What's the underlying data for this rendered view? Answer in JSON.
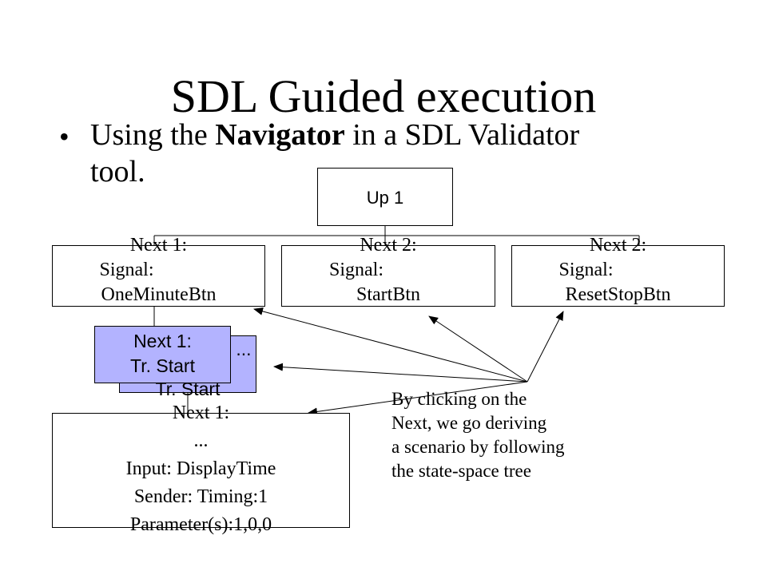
{
  "slide": {
    "title": "SDL Guided execution",
    "bullet": {
      "symbol": "•",
      "prefix": "Using the ",
      "bold": "Navigator",
      "suffix_line1": " in a SDL Validator",
      "line2": "tool."
    }
  },
  "tree": {
    "up": "Up 1",
    "next_a": {
      "l1": "Next 1:",
      "l2": "Signal:",
      "l3": "OneMinuteBtn"
    },
    "next_b": {
      "l1": "Next 2:",
      "l2": "Signal:",
      "l3": "StartBtn"
    },
    "next_c": {
      "l1": "Next 2:",
      "l2": "Signal:",
      "l3": "ResetStopBtn"
    },
    "back_card": {
      "l1": "...",
      "l2": "Tr. Start"
    },
    "front_card": {
      "l1": "Next 1:",
      "l2": "Tr. Start"
    },
    "bottom": {
      "l1": "Next 1:",
      "l2": "...",
      "l3": "Input: DisplayTime",
      "l4": "Sender: Timing:1",
      "l5": "Parameter(s):1,0,0"
    }
  },
  "annotation": {
    "l1": "By clicking on the",
    "l2": "Next, we go deriving",
    "l3": "a scenario by following",
    "l4": "the state-space tree"
  },
  "colors": {
    "card_fill": "#b3b3ff",
    "line": "#000000"
  }
}
